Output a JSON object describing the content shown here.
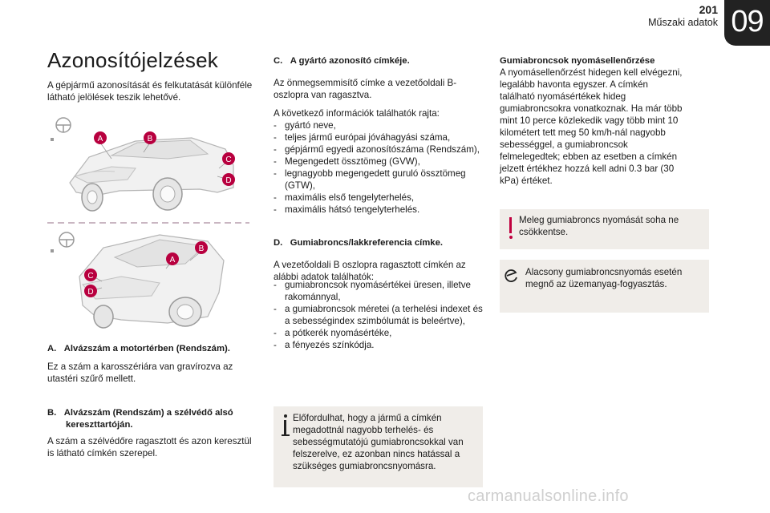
{
  "header": {
    "page_number": "201",
    "section": "Műszaki adatok",
    "chapter": "09"
  },
  "title": "Azonosítójelzések",
  "intro": "A gépjármű azonosítását és felkutatását különféle látható jelölések teszik lehetővé.",
  "callouts": [
    "A",
    "B",
    "C",
    "D"
  ],
  "sections": {
    "a": {
      "heading_letter": "A.",
      "heading": "Alvázszám a motortérben (Rendszám).",
      "text": "Ez a szám a karosszériára van gravírozva az utastéri szűrő mellett."
    },
    "b": {
      "heading_letter": "B.",
      "heading_line1": "Alvázszám (Rendszám) a szélvédő alsó",
      "heading_line2": "kereszttartóján.",
      "text": "A szám a szélvédőre ragasztott és azon keresztül is látható címkén szerepel."
    },
    "c": {
      "heading_letter": "C.",
      "heading": "A gyártó azonosító címkéje.",
      "text": "Az önmegsemmisítő címke a vezetőoldali B-oszlopra van ragasztva.",
      "list_intro": "A következő információk találhatók rajta:",
      "items": [
        "gyártó neve,",
        "teljes jármű európai jóváhagyási száma,",
        "gépjármű egyedi azonosítószáma (Rendszám),",
        "Megengedett össztömeg (GVW),",
        "legnagyobb megengedett guruló össztömeg (GTW),",
        "maximális első tengelyterhelés,",
        "maximális hátsó tengelyterhelés."
      ]
    },
    "d": {
      "heading_letter": "D.",
      "heading": "Gumiabroncs/lakkreferencia címke.",
      "list_intro": "A vezetőoldali B oszlopra ragasztott címkén az alábbi adatok találhatók:",
      "items": [
        "gumiabroncsok nyomásértékei üresen, illetve rakománnyal,",
        "a gumiabroncsok méretei (a terhelési indexet és a sebességindex szimbólumát is beleértve),",
        "a pótkerék nyomásértéke,",
        "a fényezés színkódja."
      ]
    },
    "pressure": {
      "heading": "Gumiabroncsok nyomásellenőrzése",
      "text": "A nyomásellenőrzést hidegen kell elvégezni, legalább havonta egyszer. A címkén található nyomásértékek hideg gumiabroncsokra vonatkoznak. Ha már több mint 10 perce közlekedik vagy több mint 10 kilométert tett meg 50 km/h-nál nagyobb sebességgel, a gumiabroncsok felmelegedtek; ebben az esetben a címkén jelzett értékhez hozzá kell adni 0.3 bar (30 kPa) értéket."
    }
  },
  "notes": {
    "info": "Előfordulhat, hogy a jármű a címkén megadottnál nagyobb terhelés- és sebességmutatójú gumiabroncsokkal van felszerelve, ez azonban nincs hatással a szükséges gumiabroncsnyomásra.",
    "warning": "Meleg gumiabroncs nyomását soha ne csökkentse.",
    "eco": "Alacsony gumiabroncsnyomás esetén megnő az üzemanyag-fogyasztás."
  },
  "watermark": "carmanualsonline.info"
}
